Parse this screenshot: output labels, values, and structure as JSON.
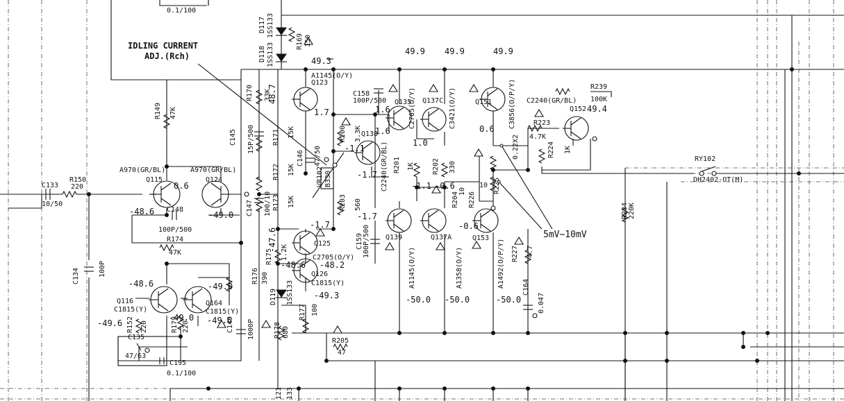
{
  "title": "IDLING CURRENT",
  "subtitle": "ADJ.(Rch)",
  "measure_note": "5mV~10mV",
  "components": [
    {
      "id": "c_top",
      "ref": "",
      "value": "0.1/100"
    },
    {
      "id": "d117",
      "ref": "D117",
      "value": "1SS133"
    },
    {
      "id": "d118",
      "ref": "D118",
      "value": "1SS133"
    },
    {
      "id": "r169",
      "ref": "R169",
      "value": "150"
    },
    {
      "id": "a1145_q123",
      "ref": "A1145(O/Y)",
      "value": "Q123"
    },
    {
      "id": "r170",
      "ref": "R170",
      "value": "33K"
    },
    {
      "id": "r149",
      "ref": "R149",
      "value": "47K"
    },
    {
      "id": "c145",
      "ref": "C145",
      "value": "15P/500"
    },
    {
      "id": "r171",
      "ref": "R171",
      "value": "15K"
    },
    {
      "id": "c146",
      "ref": "C146",
      "value": "47/50"
    },
    {
      "id": "vr102",
      "ref": "VR102",
      "value": "B330"
    },
    {
      "id": "r172",
      "ref": "R172",
      "value": "15K"
    },
    {
      "id": "r173",
      "ref": "R173",
      "value": "15K"
    },
    {
      "id": "c147",
      "ref": "C147",
      "value": "100/10"
    },
    {
      "id": "r200",
      "ref": "R200",
      "value": "3.3K"
    },
    {
      "id": "r203",
      "ref": "R203",
      "value": "560"
    },
    {
      "id": "c158",
      "ref": "C158",
      "value": "100P/500"
    },
    {
      "id": "q135",
      "ref": "Q135",
      "value": "C2705(O/Y)"
    },
    {
      "id": "q137c",
      "ref": "Q137C",
      "value": "C3421(O/Y)"
    },
    {
      "id": "q151",
      "ref": "Q151",
      "value": "C3856(O/P/Y)"
    },
    {
      "id": "q152",
      "ref": "Q152",
      "value": "C2240(GR/BL)"
    },
    {
      "id": "r239",
      "ref": "R239",
      "value": "100K"
    },
    {
      "id": "r223",
      "ref": "R223",
      "value": "4.7K"
    },
    {
      "id": "r224",
      "ref": "R224",
      "value": "1K"
    },
    {
      "id": "q138",
      "ref": "Q138",
      "value": "C2240(GR/BL)"
    },
    {
      "id": "r201",
      "ref": "R201",
      "value": "1K"
    },
    {
      "id": "r202",
      "ref": "R202",
      "value": "330"
    },
    {
      "id": "r204",
      "ref": "R204",
      "value": "10"
    },
    {
      "id": "r226",
      "ref": "R226",
      "value": "10"
    },
    {
      "id": "r225",
      "ref": "R225",
      "value": "0.22X2"
    },
    {
      "id": "ry102",
      "ref": "RY102",
      "value": "DH2402-OT(M)"
    },
    {
      "id": "r234",
      "ref": "R234",
      "value": "220K"
    },
    {
      "id": "c133",
      "ref": "C133",
      "value": "10/50"
    },
    {
      "id": "r150",
      "ref": "R150",
      "value": "220"
    },
    {
      "id": "q115",
      "ref": "Q115",
      "value": "A970(GR/BL)"
    },
    {
      "id": "q124",
      "ref": "Q124",
      "value": "A970(GR/BL)"
    },
    {
      "id": "c148",
      "ref": "C148",
      "value": "100P/500"
    },
    {
      "id": "r174",
      "ref": "R174",
      "value": "47K"
    },
    {
      "id": "c134",
      "ref": "C134",
      "value": "100P"
    },
    {
      "id": "q125",
      "ref": "Q125",
      "value": "C2705(O/Y)"
    },
    {
      "id": "r175",
      "ref": "R175",
      "value": "1.2K"
    },
    {
      "id": "q126",
      "ref": "Q126",
      "value": "C1815(Y)"
    },
    {
      "id": "r176",
      "ref": "R176",
      "value": "390"
    },
    {
      "id": "d119",
      "ref": "D119",
      "value": "1SS133"
    },
    {
      "id": "r177",
      "ref": "R177",
      "value": "100"
    },
    {
      "id": "r178",
      "ref": "R178",
      "value": "680"
    },
    {
      "id": "c159",
      "ref": "C159",
      "value": "100P/500"
    },
    {
      "id": "q139",
      "ref": "Q139",
      "value": "A1145(O/Y)"
    },
    {
      "id": "q137a",
      "ref": "Q137A",
      "value": "A1358(O/Y)"
    },
    {
      "id": "q153",
      "ref": "Q153",
      "value": "A1492(O/P/Y)"
    },
    {
      "id": "r227",
      "ref": "R227",
      "value": "4.7"
    },
    {
      "id": "c164",
      "ref": "C164",
      "value": "0.047"
    },
    {
      "id": "q116",
      "ref": "Q116",
      "value": "C1815(Y)"
    },
    {
      "id": "q164",
      "ref": "Q164",
      "value": "C1815(Y)"
    },
    {
      "id": "r152",
      "ref": "R152",
      "value": "220"
    },
    {
      "id": "r179",
      "ref": "R179",
      "value": "220"
    },
    {
      "id": "c149",
      "ref": "C149",
      "value": "1000P"
    },
    {
      "id": "c135",
      "ref": "C135",
      "value": "47/63"
    },
    {
      "id": "c195",
      "ref": "C195",
      "value": "0.1/100"
    },
    {
      "id": "r205",
      "ref": "R205",
      "value": "47"
    },
    {
      "id": "bot1",
      "ref": "",
      "value": "121"
    },
    {
      "id": "bot2",
      "ref": "",
      "value": "133"
    }
  ],
  "voltages": {
    "v49_3": "49.3",
    "v48_7": "48.7",
    "v1_7a": "1.7",
    "v1_6a": "1.6",
    "v1_6b": "1.6",
    "v49_9a": "49.9",
    "v49_9b": "49.9",
    "v49_9c": "49.9",
    "v49_4": "49.4",
    "v0_6a": "0.6",
    "v1_0": "1.0",
    "vn1_1a": "-1.1",
    "vn1_7a": "-1.7",
    "vn1_1b": "-1.1",
    "vn0_6a": "-0.6",
    "v0_6b": "0.6",
    "vn48_6a": "-48.6",
    "vn49_0a": "-49.0",
    "vn1_7b": "-1.7",
    "vn1_7c": "-1.7",
    "vn0_6b": "-0.6",
    "vn47_6": "-47.6",
    "vn48_6b": "-48.6",
    "vn48_2": "-48.2",
    "vn49_3": "-49.3",
    "vn48_6c": "-48.6",
    "vn49_0b": "-49.0",
    "vn49_0c": "-49.0",
    "vn49_6a": "-49.6",
    "vn49_6b": "-49.6",
    "vn50_0a": "-50.0",
    "vn50_0b": "-50.0",
    "vn50_0c": "-50.0"
  }
}
